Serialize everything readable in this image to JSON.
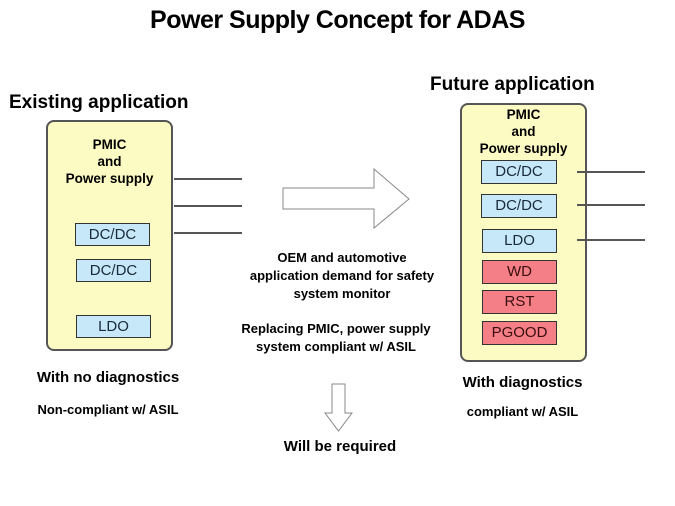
{
  "title": "Power Supply Concept for ADAS",
  "existing": {
    "heading": "Existing application",
    "panel_title": [
      "PMIC",
      "and",
      "Power supply"
    ],
    "blocks": [
      "DC/DC",
      "DC/DC",
      "LDO"
    ],
    "caption": "With no diagnostics",
    "compliance": "Non-compliant  w/ ASIL"
  },
  "future": {
    "heading": "Future application",
    "panel_title": [
      "PMIC",
      "and",
      "Power supply"
    ],
    "blocks": [
      {
        "label": "DC/DC",
        "type": "supply"
      },
      {
        "label": "DC/DC",
        "type": "supply"
      },
      {
        "label": "LDO",
        "type": "supply"
      },
      {
        "label": "WD",
        "type": "diagnostic"
      },
      {
        "label": "RST",
        "type": "diagnostic"
      },
      {
        "label": "PGOOD",
        "type": "diagnostic"
      }
    ],
    "caption": "With diagnostics",
    "compliance": "compliant  w/ ASIL"
  },
  "center": {
    "demand_text": [
      "OEM and automotive",
      "application demand for safety",
      "system monitor"
    ],
    "replace_text": [
      "Replacing PMIC, power supply",
      "system  compliant  w/ ASIL"
    ],
    "required_text": "Will  be required"
  },
  "colors": {
    "panel_fill": "#fdfbc4",
    "supply_block": "#c6e8f8",
    "diagnostic_block": "#f57f86"
  }
}
